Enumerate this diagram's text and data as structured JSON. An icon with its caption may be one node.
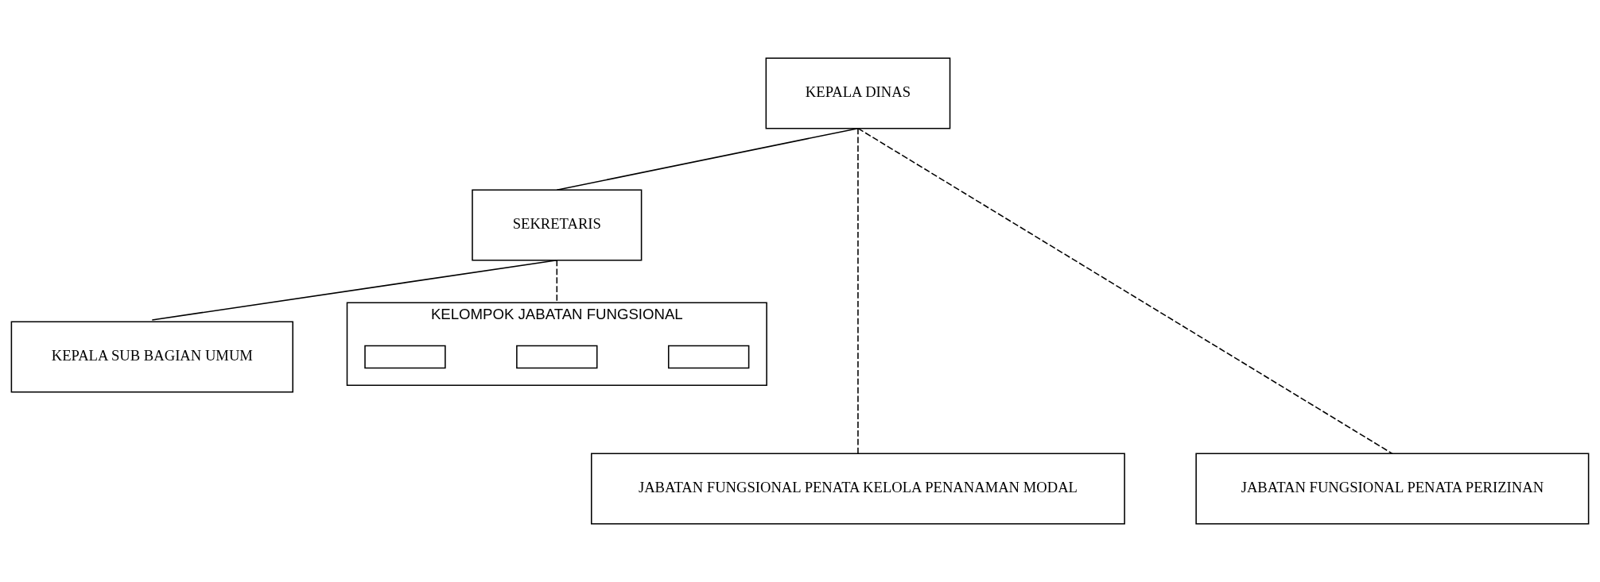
{
  "diagram": {
    "nodes": [
      {
        "text": [
          "KEPALA DINAS"
        ]
      },
      {
        "text": [
          "SEKRETARIS"
        ]
      },
      {
        "text": [
          "KEPALA SUB BAGIAN UMUM"
        ]
      },
      {
        "text": [
          "KELOMPOK JABATAN FUNGSIONAL"
        ]
      },
      {
        "text": [
          "JABATAN FUNGSIONAL PENATA KELOLA PENANAMAN MODAL"
        ]
      },
      {
        "text": [
          "JABATAN FUNGSIONAL PENATA PERIZINAN"
        ]
      },
      {
        "text": [],
        "shape": "box",
        "in": 3
      },
      {
        "text": [],
        "shape": "box",
        "in": 3
      },
      {
        "text": [],
        "shape": "box",
        "in": 3
      }
    ],
    "edges": [
      {
        "from": 0,
        "to": 1,
        "arrow": "none"
      },
      {
        "from": 1,
        "to": 2,
        "arrow": "none"
      },
      {
        "from": 1,
        "to": 3,
        "arrow": "none",
        "style": "dashed"
      },
      {
        "from": 0,
        "to": 4,
        "arrow": "none",
        "style": "dashed"
      },
      {
        "from": 0,
        "to": 5,
        "arrow": "none",
        "style": "dashed"
      }
    ]
  }
}
